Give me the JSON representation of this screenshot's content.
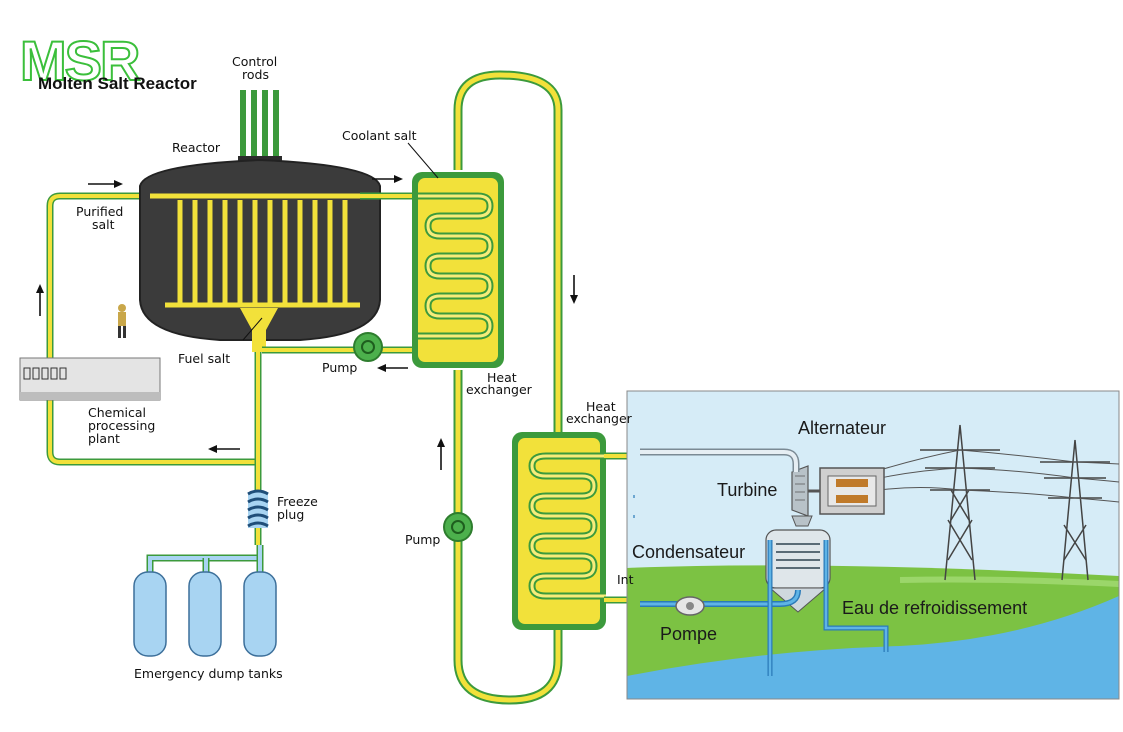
{
  "logo": {
    "abbrev": "MSR",
    "subtitle": "Molten Salt Reactor"
  },
  "labels": {
    "control_rods_1": "Control",
    "control_rods_2": "rods",
    "reactor": "Reactor",
    "coolant_salt": "Coolant salt",
    "purified_salt_1": "Purified",
    "purified_salt_2": "salt",
    "fuel_salt": "Fuel salt",
    "pump_upper": "Pump",
    "heat_exchanger_1a": "Heat",
    "heat_exchanger_1b": "exchanger",
    "chemical_1": "Chemical",
    "chemical_2": "processing",
    "chemical_3": "plant",
    "heat_exchanger_2a": "Heat",
    "heat_exchanger_2b": "exchanger",
    "freeze_plug_1": "Freeze",
    "freeze_plug_2": "plug",
    "pump_lower": "Pump",
    "emergency_dump_tanks": "Emergency dump tanks",
    "int_fragment": "Int"
  },
  "power_plant": {
    "alternateur": "Alternateur",
    "turbine": "Turbine",
    "condensateur": "Condensateur",
    "eau_refroidissement": "Eau de refroidissement",
    "pompe": "Pompe"
  },
  "colors": {
    "salt_yellow": "#f2e13a",
    "pipe_green": "#3c9a3c",
    "reactor_body": "#3b3b3b",
    "water_blue": "#5fb4e6",
    "tank_blue": "#a8d4f2",
    "grass_green": "#7cc243",
    "sky_blue": "#d6ecf7",
    "tower_grey": "#444444"
  }
}
